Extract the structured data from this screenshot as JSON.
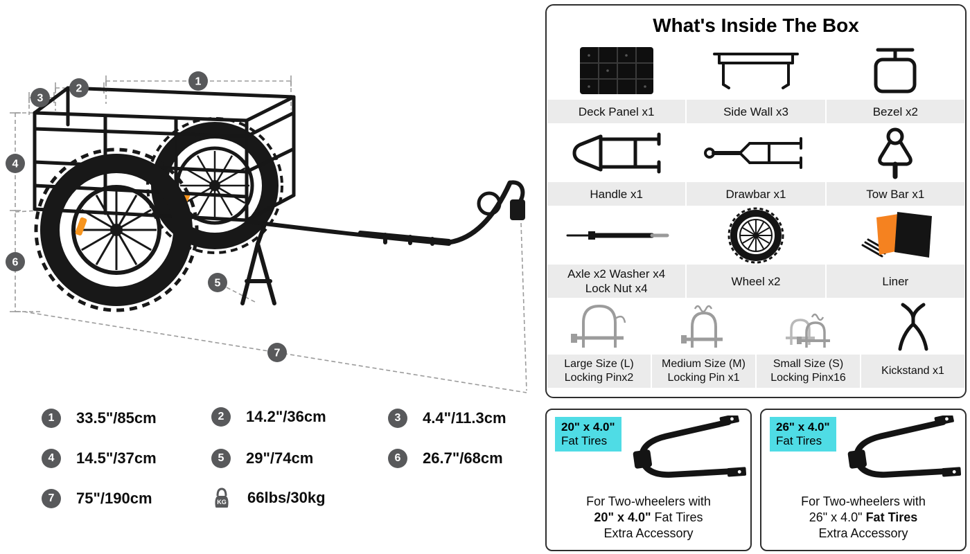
{
  "box": {
    "title": "What's Inside The Box",
    "rows": [
      {
        "items": [
          {
            "label_lines": [
              "Deck Panel x1"
            ]
          },
          {
            "label_lines": [
              "Side Wall x3"
            ]
          },
          {
            "label_lines": [
              "Bezel x2"
            ]
          }
        ]
      },
      {
        "items": [
          {
            "label_lines": [
              "Handle x1"
            ]
          },
          {
            "label_lines": [
              "Drawbar x1"
            ]
          },
          {
            "label_lines": [
              "Tow Bar x1"
            ]
          }
        ]
      },
      {
        "items": [
          {
            "label_lines": [
              "Axle x2  Washer x4",
              "Lock Nut x4"
            ]
          },
          {
            "label_lines": [
              "Wheel x2"
            ]
          },
          {
            "label_lines": [
              "Liner"
            ]
          }
        ]
      },
      {
        "items": [
          {
            "label_lines": [
              "Large Size (L)",
              "Locking Pinx2"
            ]
          },
          {
            "label_lines": [
              "Medium Size (M)",
              "Locking Pin x1"
            ]
          },
          {
            "label_lines": [
              "Small Size (S)",
              "Locking Pinx16"
            ]
          },
          {
            "label_lines": [
              "Kickstand x1"
            ]
          }
        ]
      }
    ]
  },
  "legend": {
    "items": [
      {
        "num": "1",
        "value": "33.5\"/85cm"
      },
      {
        "num": "2",
        "value": "14.2\"/36cm"
      },
      {
        "num": "3",
        "value": "4.4\"/11.3cm"
      },
      {
        "num": "4",
        "value": "14.5\"/37cm"
      },
      {
        "num": "5",
        "value": "29\"/74cm"
      },
      {
        "num": "6",
        "value": "26.7\"/68cm"
      },
      {
        "num": "7",
        "value": "75\"/190cm"
      }
    ],
    "weight": {
      "icon": "kg-weight-icon",
      "icon_label": "KG",
      "value": "66lbs/30kg"
    }
  },
  "accessories": [
    {
      "badge_line1": "20\" x 4.0\"",
      "badge_line2": "Fat Tires",
      "text_line1": "For Two-wheelers with",
      "text_line2_a": "20\" x 4.0\"",
      "text_line2_b": " Fat Tires",
      "text_line3": "Extra Accessory"
    },
    {
      "badge_line1": "26\" x 4.0\"",
      "badge_line2": "Fat Tires",
      "text_line1": "For Two-wheelers with",
      "text_line2_a": "26\" x 4.0\" ",
      "text_line2_b": "Fat Tires",
      "text_line3": "Extra Accessory"
    }
  ],
  "colors": {
    "accent_cyan": "#4fdce5",
    "marker_gray": "#58595b",
    "label_strip_gray": "#ebebeb",
    "liner_orange": "#f58220"
  }
}
